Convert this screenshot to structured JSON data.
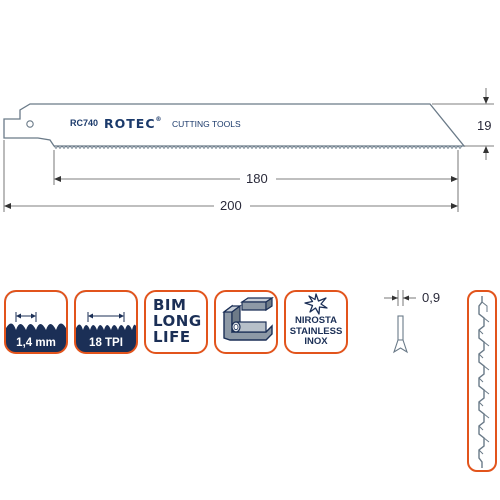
{
  "blade": {
    "model": "RC740",
    "brand": "ROTEC",
    "registered": "®",
    "tagline": "CUTTING TOOLS"
  },
  "dimensions": {
    "height_label": "19",
    "inner_length_label": "180",
    "total_length_label": "200",
    "thickness_label": "0,9"
  },
  "badges": {
    "tooth_spacing": "1,4 mm",
    "tpi": "18 TPI",
    "material": [
      "BIM",
      "LONG",
      "LIFE"
    ],
    "application_icon": "steel-profile-pipe-icon",
    "inox": [
      "NIROSTA",
      "STAINLESS",
      "INOX"
    ]
  },
  "colors": {
    "accent": "#e2541c",
    "navy": "#1b2f56",
    "blade_stroke": "#6a7a88"
  }
}
